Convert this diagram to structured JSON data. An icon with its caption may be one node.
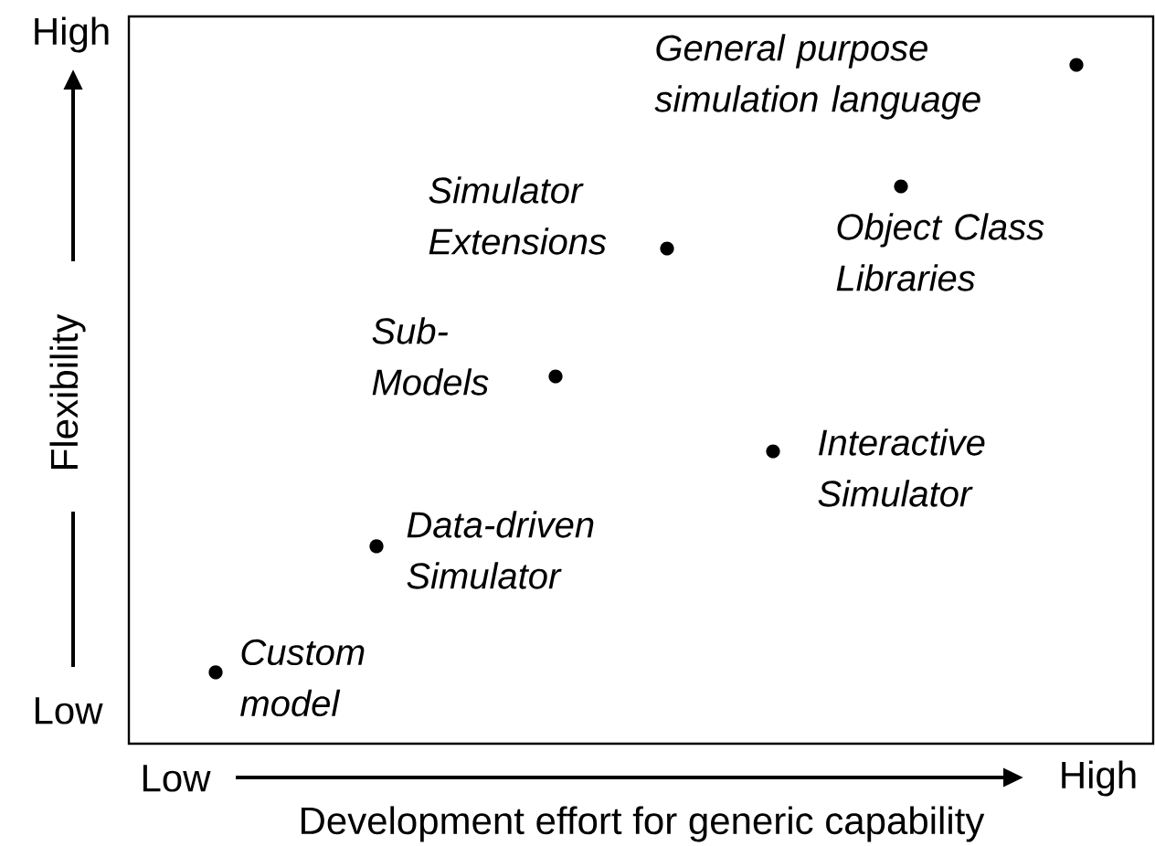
{
  "diagram": {
    "nodes": [
      {
        "text": [
          "General purpose simulation language"
        ]
      },
      {
        "text": [
          "Object Class Libraries"
        ]
      },
      {
        "text": [
          "Simulator Extensions"
        ]
      },
      {
        "text": [
          "Sub-Models"
        ]
      },
      {
        "text": [
          "Interactive Simulator"
        ]
      },
      {
        "text": [
          "Data-driven Simulator"
        ]
      },
      {
        "text": [
          "Custom model"
        ]
      }
    ],
    "labels": [
      "High",
      "Flexibility",
      "Low",
      "Low",
      "High",
      "Development effort for generic capability"
    ]
  }
}
